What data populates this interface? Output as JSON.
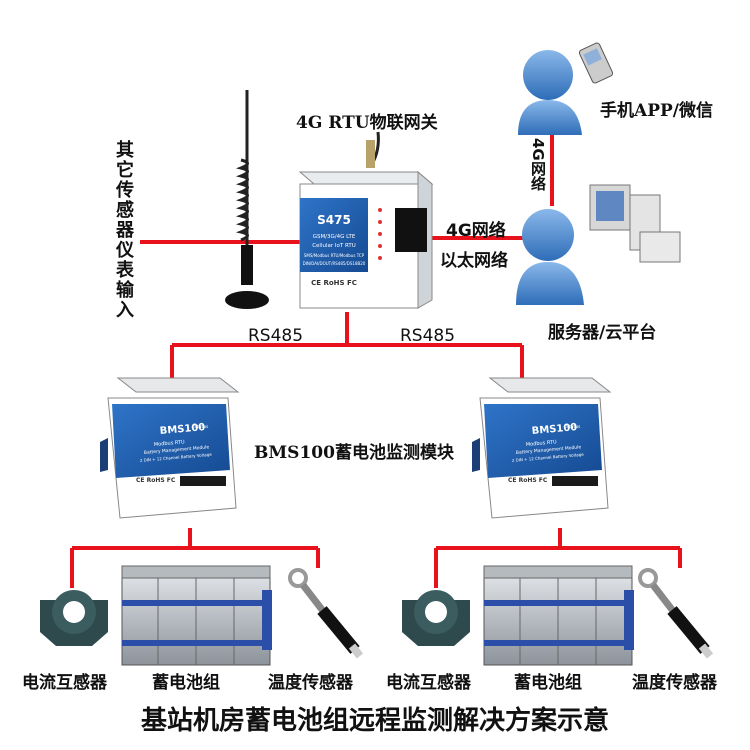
{
  "labels": {
    "gateway": "4G RTU物联网关",
    "other_inputs": "其它传感器仪表输入",
    "link_4g": "4G网络",
    "link_eth": "以太网络",
    "link_4g_vertical": "4G网络",
    "mobile_app": "手机APP/微信",
    "server": "服务器/云平台",
    "rs485_left": "RS485",
    "rs485_right": "RS485",
    "bms_module": "BMS100蓄电池监测模块",
    "current_sensor_l": "电流互感器",
    "battery_l": "蓄电池组",
    "temp_sensor_l": "温度传感器",
    "current_sensor_r": "电流互感器",
    "battery_r": "蓄电池组",
    "temp_sensor_r": "温度传感器"
  },
  "devices": {
    "rtu_model": "S475",
    "rtu_line1": "GSM/3G/4G LTE",
    "rtu_line2": "Cellular IoT RTU",
    "rtu_line3": "SMS/Modbus RTU/Modbus TCP",
    "rtu_line4": "DIN/DAI/DOUT/RS485/DS18B20",
    "rtu_cert": "CE RoHS FC",
    "bms_model": "BMS100",
    "bms_line1": "Modbus RTU",
    "bms_line2": "Battery Management Module",
    "bms_line3": "2 DIN + 12 Channel Battery Voltage",
    "bms_status": "Status",
    "bms_cert": "CE RoHS FC"
  },
  "title": "基站机房蓄电池组远程监测解决方案示意",
  "colors": {
    "line": "#e8121c",
    "device_blue": "#1f5fb0",
    "person_blue": "#4a86c8"
  }
}
